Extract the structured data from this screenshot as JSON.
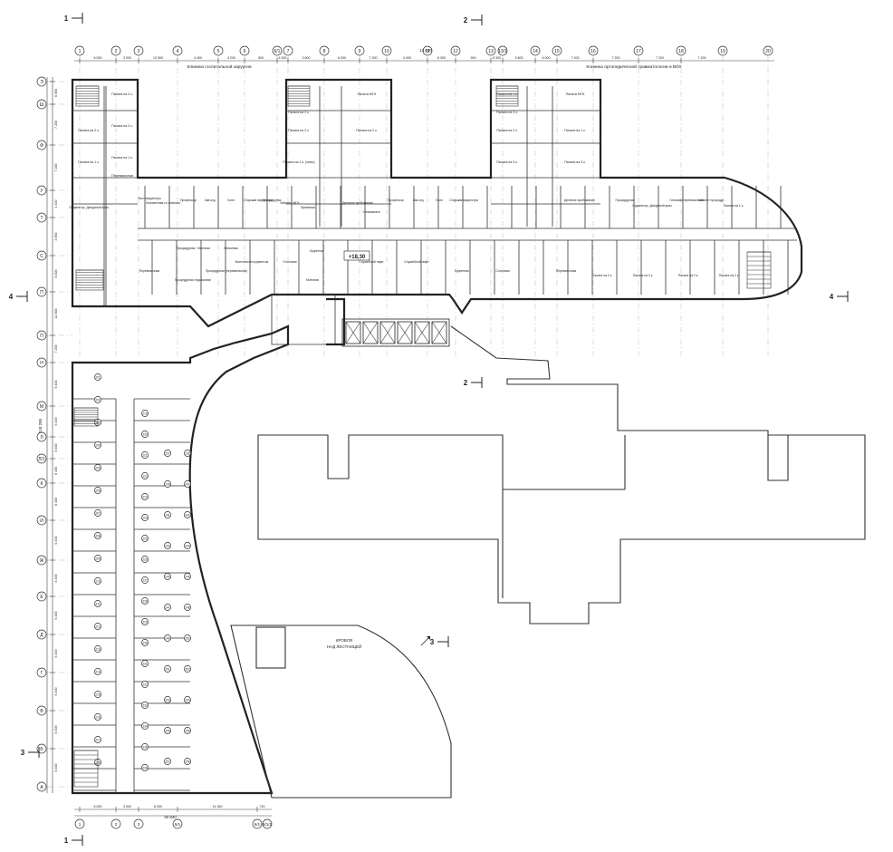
{
  "title": {
    "wing_left": "Клиника госпитальной хирургии",
    "wing_right": "Клиника ортопедической травматологии и ВОХ",
    "roof_label_1": "КРОВЛЯ",
    "roof_label_2": "НАД ЛЕСТНИЦЕЙ",
    "elevation": "+18,30"
  },
  "sections": [
    "1",
    "1",
    "2",
    "2",
    "3",
    "3",
    "4",
    "4"
  ],
  "axes_top": [
    "1",
    "2",
    "3",
    "4",
    "5",
    "6",
    "6/1",
    "7",
    "8",
    "9",
    "10",
    "11",
    "12",
    "13",
    "13/1",
    "14",
    "15",
    "16",
    "17",
    "18",
    "19",
    "20"
  ],
  "axes_bottom": [
    "1",
    "2",
    "3",
    "5/1",
    "6/1",
    "6/1/2"
  ],
  "axes_left": [
    "Э",
    "Ш",
    "Ф",
    "У",
    "Т",
    "С",
    "П",
    "П",
    "Н",
    "М",
    "Л",
    "Л/1",
    "К",
    "И",
    "Ж",
    "Е",
    "Д",
    "Г",
    "В",
    "Б",
    "А"
  ],
  "dims_top": [
    "6 000",
    "3 000",
    "13 500",
    "4 400",
    "4 200",
    "900",
    "6 300",
    "3 600",
    "6 000",
    "7 200",
    "4 400",
    "6 300",
    "900",
    "6 300",
    "3 600",
    "6 000",
    "7 200",
    "7 200",
    "7 200",
    "7 200"
  ],
  "dims_top_total": "13 600",
  "dims_bottom": [
    "6 000",
    "3 000",
    "6 000",
    "14 340",
    "720"
  ],
  "dims_bottom_total": "30 840",
  "dims_left": [
    "6 000",
    "7 200",
    "7 200",
    "4 400",
    "3 900",
    "6 000",
    "12 000",
    "7 200",
    "6 400",
    "6 400",
    "6 400",
    "6 400",
    "6 400",
    "6 400",
    "6 400",
    "6 400",
    "6 400",
    "6 400",
    "6 400",
    "6 400"
  ],
  "dims_left_total": "118 200",
  "rooms_north": [
    "Палата на 2 к.",
    "Палата на 2 к.",
    "Палата на 2 к.",
    "Палата на 1 к.",
    "Палата на 1 к.",
    "Перевязочная",
    "Палата МГН",
    "Палата на 2 к.",
    "Палата на 1 к. (люкс)",
    "Палата на 2 к.",
    "Палата на 2 к.",
    "Палата на 1 к.",
    "Палата на 2 к.",
    "Палата на 2 к.",
    "Палата на 3 к.",
    "Палата МГН",
    "Палата на 1 к.",
    "Палата на 3 к."
  ],
  "rooms_corridor": [
    "Ординатор. Дежурный врач",
    "Пост медсестры",
    "Клизменная со шлюзом",
    "Профессор",
    "Зав.отд.",
    "Холл",
    "Старшая медсестра",
    "Процедурная",
    "Кабинет МГН",
    "Приемная",
    "Дневное пребывание",
    "Санкомната",
    "Профессор",
    "Зав.отд.",
    "Холл",
    "Старшая медсестра",
    "Дневное пребывание",
    "Ординатор. Дежурный врач",
    "Гипсовая перевязочная",
    "Кабинет процедур",
    "Процедурная",
    "Палата на 1 к."
  ],
  "rooms_south": [
    "Перевязочная",
    "Процедурная",
    "Моечная",
    "Бельевая",
    "Процедурная (перевязочная)",
    "Процедурная эндоскопии",
    "Моечная инструментов",
    "Столовая",
    "Буфетная",
    "Моечная",
    "Буфетная",
    "Служебный лифт",
    "Служебный лифт",
    "Столовая",
    "Перевязочная",
    "Палата на 2 к.",
    "Палата на 2 к.",
    "Палата на 2 к.",
    "Палата на 2 к."
  ],
  "room_numbers_west": [
    "201",
    "202",
    "203",
    "204",
    "205",
    "206",
    "207",
    "208",
    "209",
    "210",
    "211",
    "212",
    "213",
    "214",
    "215",
    "216",
    "217",
    "218",
    "219",
    "220",
    "221",
    "222",
    "223",
    "224",
    "225",
    "226",
    "227",
    "228",
    "229",
    "230",
    "231",
    "232",
    "233",
    "234",
    "235",
    "236",
    "237",
    "238",
    "239",
    "240",
    "241",
    "242",
    "243",
    "244",
    "245",
    "246",
    "247",
    "248",
    "249",
    "250",
    "251",
    "252",
    "253",
    "254",
    "255",
    "256",
    "257",
    "258"
  ],
  "icons": [
    "stair-icon",
    "elevator-icon",
    "section-marker-icon",
    "north-arrow-icon"
  ]
}
